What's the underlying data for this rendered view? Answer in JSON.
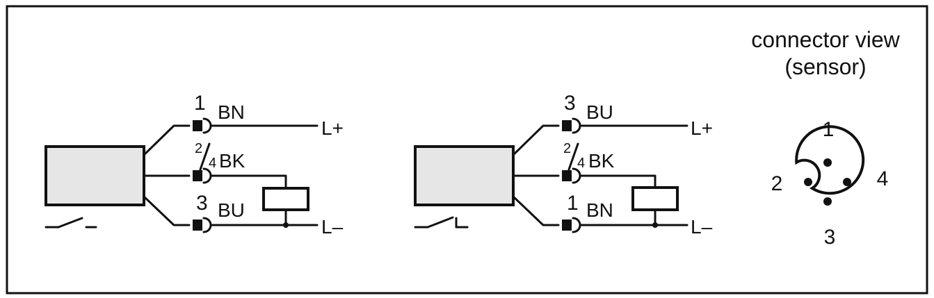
{
  "colors": {
    "line": "#111111",
    "sensor_body": "#e6e6e6",
    "background": "#ffffff"
  },
  "left_circuit": {
    "top": {
      "pin": "1",
      "color": "BN",
      "terminal": "L+"
    },
    "middle": {
      "pin_a": "2",
      "pin_b": "4",
      "color": "BK"
    },
    "bottom": {
      "pin": "3",
      "color": "BU",
      "terminal": "L–"
    }
  },
  "right_circuit": {
    "top": {
      "pin": "3",
      "color": "BU",
      "terminal": "L+"
    },
    "middle": {
      "pin_a": "2",
      "pin_b": "4",
      "color": "BK"
    },
    "bottom": {
      "pin": "1",
      "color": "BN",
      "terminal": "L–"
    }
  },
  "connector_view": {
    "title_line1": "connector view",
    "title_line2": "(sensor)",
    "pins": {
      "top": "1",
      "left": "2",
      "right": "4",
      "bottom": "3"
    }
  }
}
